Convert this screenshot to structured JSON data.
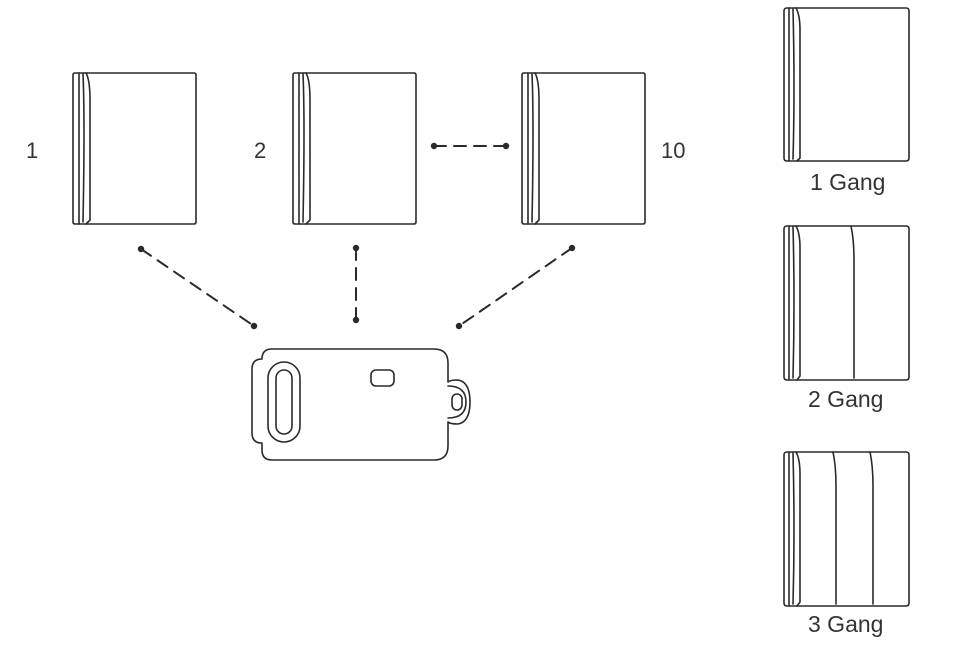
{
  "labels": {
    "switch_1": "1",
    "switch_2": "2",
    "switch_10": "10"
  },
  "gangs": [
    {
      "label": "1 Gang",
      "count": 1
    },
    {
      "label": "2 Gang",
      "count": 2
    },
    {
      "label": "3 Gang",
      "count": 3
    }
  ],
  "colors": {
    "stroke": "#2a2a2a",
    "text": "#333333",
    "background": "#ffffff"
  }
}
